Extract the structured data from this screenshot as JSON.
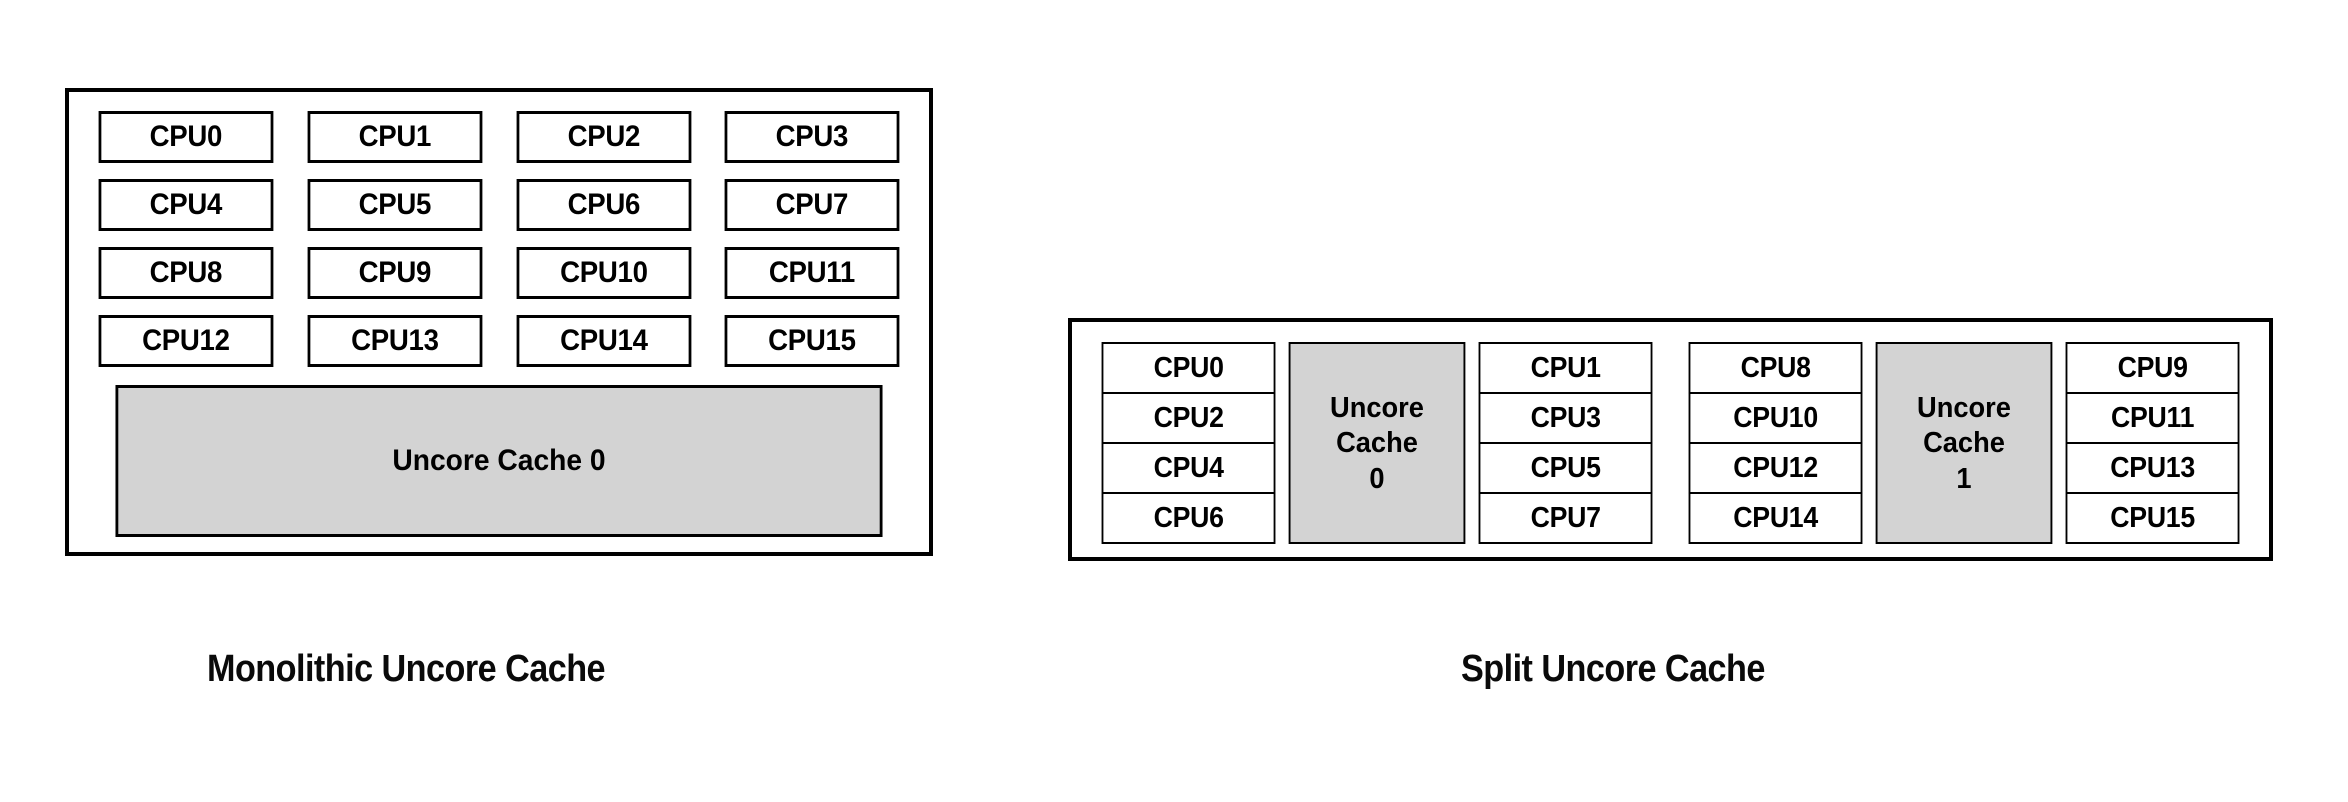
{
  "diagram": {
    "title_left": "Monolithic Uncore Cache",
    "title_right": "Split Uncore Cache",
    "colors": {
      "cache_fill": "#d3d3d3",
      "box_fill": "#ffffff",
      "stroke": "#000000",
      "background": "#ffffff"
    }
  },
  "monolithic": {
    "caption": "Monolithic Uncore Cache",
    "cpu_grid": {
      "rows": 4,
      "cols": 4,
      "labels": [
        "CPU0",
        "CPU1",
        "CPU2",
        "CPU3",
        "CPU4",
        "CPU5",
        "CPU6",
        "CPU7",
        "CPU8",
        "CPU9",
        "CPU10",
        "CPU11",
        "CPU12",
        "CPU13",
        "CPU14",
        "CPU15"
      ]
    },
    "cache": {
      "label": "Uncore Cache 0"
    }
  },
  "split": {
    "caption": "Split Uncore Cache",
    "clusters": [
      {
        "left_column": [
          "CPU0",
          "CPU2",
          "CPU4",
          "CPU6"
        ],
        "cache": {
          "line1": "Uncore",
          "line2": "Cache",
          "line3": "0"
        },
        "right_column": [
          "CPU1",
          "CPU3",
          "CPU5",
          "CPU7"
        ]
      },
      {
        "left_column": [
          "CPU8",
          "CPU10",
          "CPU12",
          "CPU14"
        ],
        "cache": {
          "line1": "Uncore",
          "line2": "Cache",
          "line3": "1"
        },
        "right_column": [
          "CPU9",
          "CPU11",
          "CPU13",
          "CPU15"
        ]
      }
    ]
  }
}
